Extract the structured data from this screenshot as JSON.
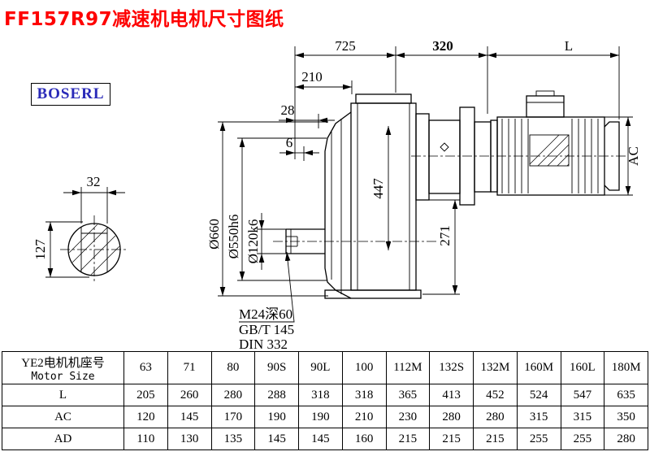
{
  "page": {
    "title": "FF157R97减速机电机尺寸图纸",
    "brand": "BOSERL"
  },
  "drawing": {
    "dim_725": "725",
    "dim_320": "320",
    "dim_L": "L",
    "dim_210": "210",
    "dim_28": "28",
    "dim_6": "6",
    "dim_AC": "AC",
    "dim_32": "32",
    "dim_127": "127",
    "dim_d660": "Ø660",
    "dim_d550": "Ø550h6",
    "dim_d120": "Ø120k6",
    "dim_447": "447",
    "dim_271": "271",
    "note_thread": "M24深60",
    "note_gb": "GB/T 145",
    "note_din": "DIN 332"
  },
  "table": {
    "header": {
      "line1": "YE2电机机座号",
      "line2": "Motor Size"
    },
    "columns": [
      "63",
      "71",
      "80",
      "90S",
      "90L",
      "100",
      "112M",
      "132S",
      "132M",
      "160M",
      "160L",
      "180M"
    ],
    "rows": [
      {
        "label": "L",
        "values": [
          "205",
          "260",
          "280",
          "288",
          "318",
          "318",
          "365",
          "413",
          "452",
          "524",
          "547",
          "635"
        ]
      },
      {
        "label": "AC",
        "values": [
          "120",
          "145",
          "170",
          "190",
          "190",
          "210",
          "230",
          "280",
          "280",
          "315",
          "315",
          "350"
        ]
      },
      {
        "label": "AD",
        "values": [
          "110",
          "130",
          "135",
          "145",
          "145",
          "160",
          "215",
          "215",
          "215",
          "255",
          "255",
          "280"
        ]
      }
    ]
  }
}
